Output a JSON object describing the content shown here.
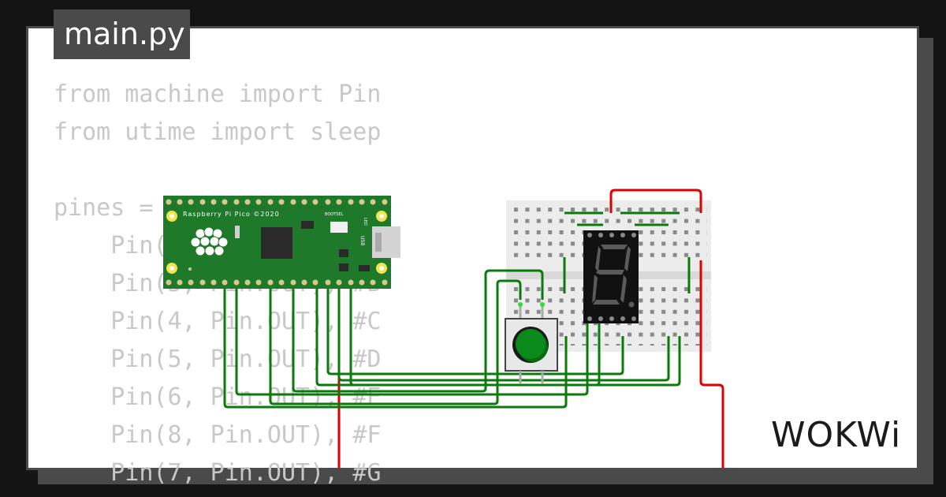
{
  "tab": {
    "filename": "main.py"
  },
  "code_lines": [
    "from machine import Pin",
    "from utime import sleep",
    "",
    "pines = [",
    "    Pin(2, Pin.OUT), #A",
    "    Pin(3, Pin.OUT), #B",
    "    Pin(4, Pin.OUT), #C",
    "    Pin(5, Pin.OUT), #D",
    "    Pin(6, Pin.OUT), #E",
    "    Pin(8, Pin.OUT), #F",
    "    Pin(7, Pin.OUT), #G"
  ],
  "pico": {
    "label": "Raspberry Pi Pico ©2020",
    "bootsel_label": "BOOTSEL",
    "usb_label": "USB",
    "led_label": "LED"
  },
  "logo": {
    "text": "WOKWi"
  },
  "colors": {
    "background": "#141414",
    "card": "#ffffff",
    "frame": "#4a4a4a",
    "code_text": "#c8c8c8",
    "pcb": "#1e7a2a",
    "wire_green": "#0b7a0b",
    "wire_red": "#e00000",
    "button_cap": "#0a8a1a",
    "display_body": "#111111",
    "segment_off": "#5a5a5a"
  },
  "icons": [
    "raspberry-logo-icon",
    "push-button-icon",
    "seven-segment-display-icon"
  ]
}
